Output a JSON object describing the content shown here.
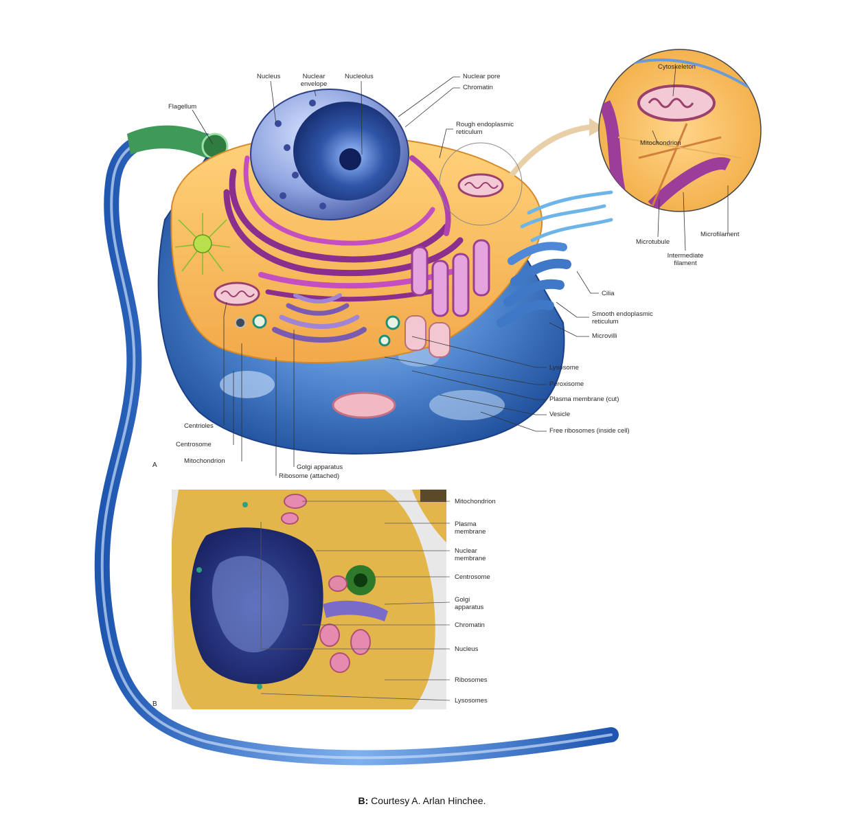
{
  "diagram_a": {
    "panel_letter": "A",
    "labels": {
      "flagellum": "Flagellum",
      "nucleus": "Nucleus",
      "nuclear_envelope_1": "Nuclear",
      "nuclear_envelope_2": "envelope",
      "nucleolus": "Nucleolus",
      "nuclear_pore": "Nuclear pore",
      "chromatin": "Chromatin",
      "rough_er_1": "Rough endoplasmic",
      "rough_er_2": "reticulum",
      "cilia": "Cilia",
      "smooth_er_1": "Smooth endoplasmic",
      "smooth_er_2": "reticulum",
      "microvilli": "Microvilli",
      "lysosome": "Lysosome",
      "peroxisome": "Peroxisome",
      "plasma_membrane_cut": "Plasma membrane (cut)",
      "vesicle": "Vesicle",
      "free_ribosomes": "Free ribosomes (inside cell)",
      "centrioles": "Centrioles",
      "centrosome": "Centrosome",
      "mitochondrion": "Mitochondrion",
      "golgi": "Golgi apparatus",
      "ribosome_attached": "Ribosome (attached)"
    },
    "inset": {
      "cytoskeleton": "Cytoskeleton",
      "mitochondrion": "Mitochondrion",
      "microtubule": "Microtubule",
      "intermediate_1": "Intermediate",
      "intermediate_2": "filament",
      "microfilament": "Microfilament"
    }
  },
  "diagram_b": {
    "panel_letter": "B",
    "labels": {
      "mitochondrion": "Mitochondrion",
      "plasma_membrane_1": "Plasma",
      "plasma_membrane_2": "membrane",
      "nuclear_membrane_1": "Nuclear",
      "nuclear_membrane_2": "membrane",
      "centrosome": "Centrosome",
      "golgi_1": "Golgi",
      "golgi_2": "apparatus",
      "chromatin": "Chromatin",
      "nucleus": "Nucleus",
      "ribosomes": "Ribosomes",
      "lysosomes": "Lysosomes"
    }
  },
  "credit": {
    "prefix": "B:",
    "text": "Courtesy A. Arlan Hinchee."
  }
}
